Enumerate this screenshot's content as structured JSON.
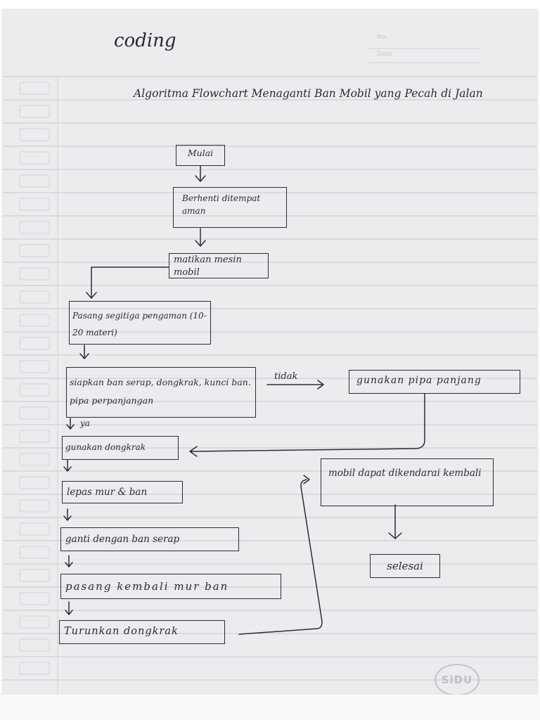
{
  "page": {
    "title": "coding",
    "header_no": "No.",
    "header_date": "Date",
    "heading": "Algoritma Flowchart Menaganti Ban Mobil yang Pecah di Jalan"
  },
  "flowchart": {
    "nodes": {
      "mulai": "Mulai",
      "berhenti": "Berhenti ditempat aman",
      "matikan": "matikan mesin mobil",
      "pasang_segitiga": "Pasang segitiga pengaman (10-20 materi)",
      "siapkan": "siapkan ban serap, dongkrak, kunci ban. pipa perpanjangan",
      "gunakan_pipa": "gunakan pipa panjang",
      "gunakan_dongkrak": "gunakan dongkrak",
      "lepas": "lepas mur & ban",
      "ganti": "ganti dengan ban serap",
      "pasang_kembali": "pasang kembali mur ban",
      "turunkan": "Turunkan dongkrak",
      "dapat_dikendarai": "mobil dapat dikendarai kembali",
      "selesai": "selesai"
    },
    "edge_labels": {
      "tidak": "tidak",
      "ya": "ya"
    }
  },
  "logo": "SiDU",
  "colors": {
    "paper": "#ececef",
    "ink": "#2b2b38",
    "rule_line": "#c9c9d2",
    "margin_line": "#d0d0d8"
  }
}
